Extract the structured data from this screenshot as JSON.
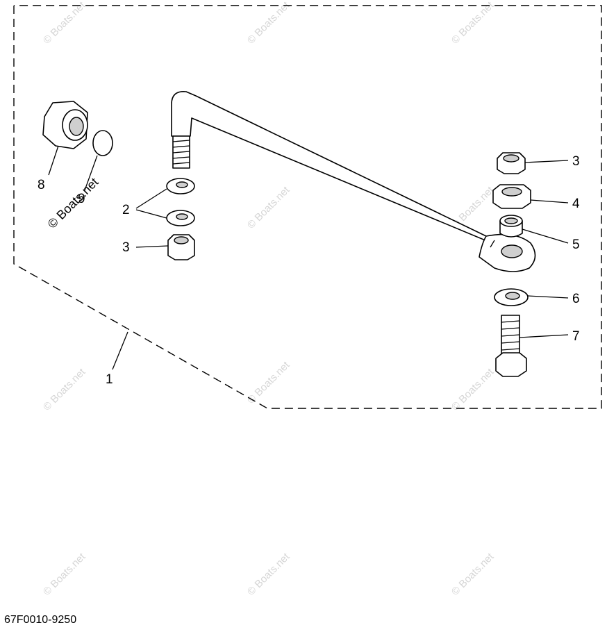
{
  "callouts": {
    "c1": "1",
    "c2": "2",
    "c3_left": "3",
    "c3_right": "3",
    "c4": "4",
    "c5": "5",
    "c6": "6",
    "c7": "7",
    "c8": "8",
    "c9": "9"
  },
  "watermark": {
    "text": "© Boats.net"
  },
  "diagram_code": "67F0010-9250"
}
